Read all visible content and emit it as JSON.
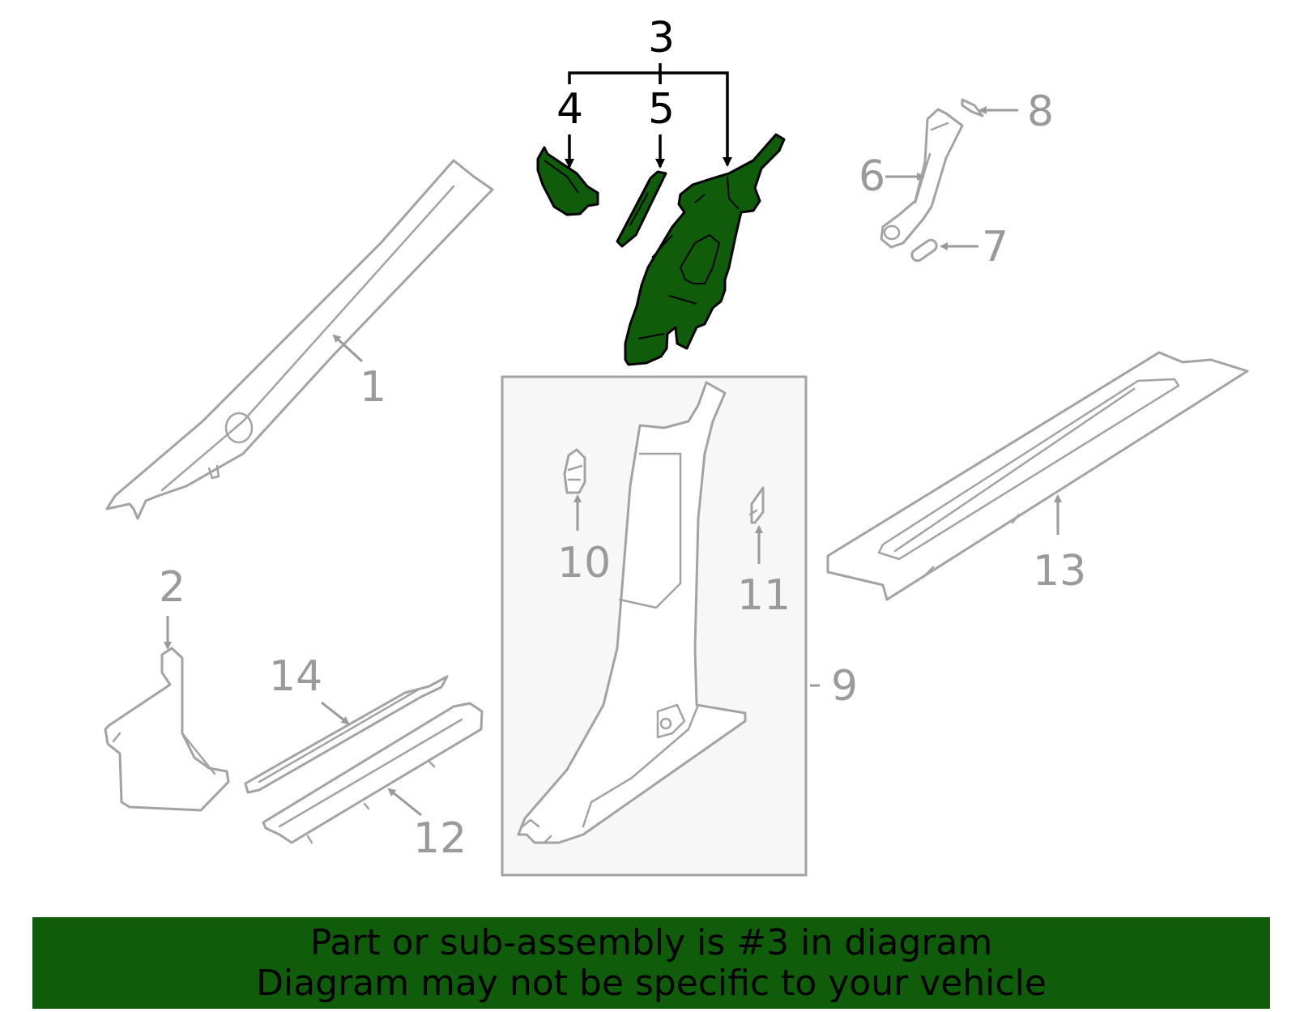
{
  "callouts": {
    "c1": "1",
    "c2": "2",
    "c3": "3",
    "c4": "4",
    "c5": "5",
    "c6": "6",
    "c7": "7",
    "c8": "8",
    "c9": "9",
    "c10": "10",
    "c11": "11",
    "c12": "12",
    "c13": "13",
    "c14": "14"
  },
  "highlight": {
    "part_number": "3",
    "color": "#0f5c0a"
  },
  "banner": {
    "line1": "Part or sub-assembly is #3 in diagram",
    "line2": "Diagram may not be specific to your vehicle",
    "background": "#0f5c0a"
  }
}
